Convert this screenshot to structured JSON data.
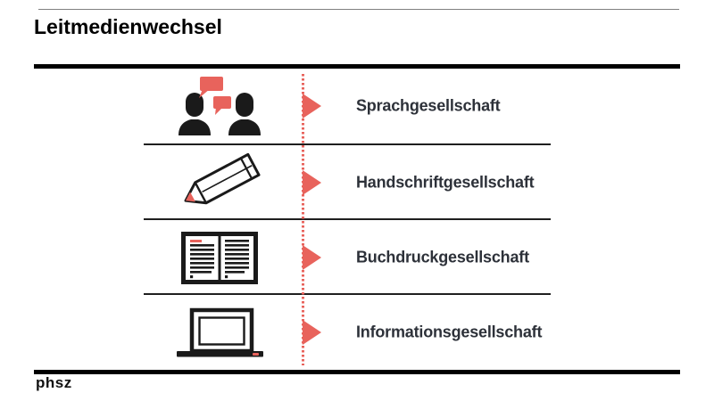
{
  "meta": {
    "title": "Leitmedienwechsel",
    "logo": "phsz"
  },
  "colors": {
    "accent_red": "#E8635C",
    "icon_black": "#1A1A1A",
    "label_text": "#2D3139",
    "rule_gray": "#808080"
  },
  "diagram": {
    "rows": [
      {
        "label": "Sprachgesellschaft",
        "icon": "speech-people-icon"
      },
      {
        "label": "Handschriftgesellschaft",
        "icon": "pencil-icon"
      },
      {
        "label": "Buchdruckgesellschaft",
        "icon": "open-book-icon"
      },
      {
        "label": "Informationsgesellschaft",
        "icon": "laptop-icon"
      }
    ]
  }
}
